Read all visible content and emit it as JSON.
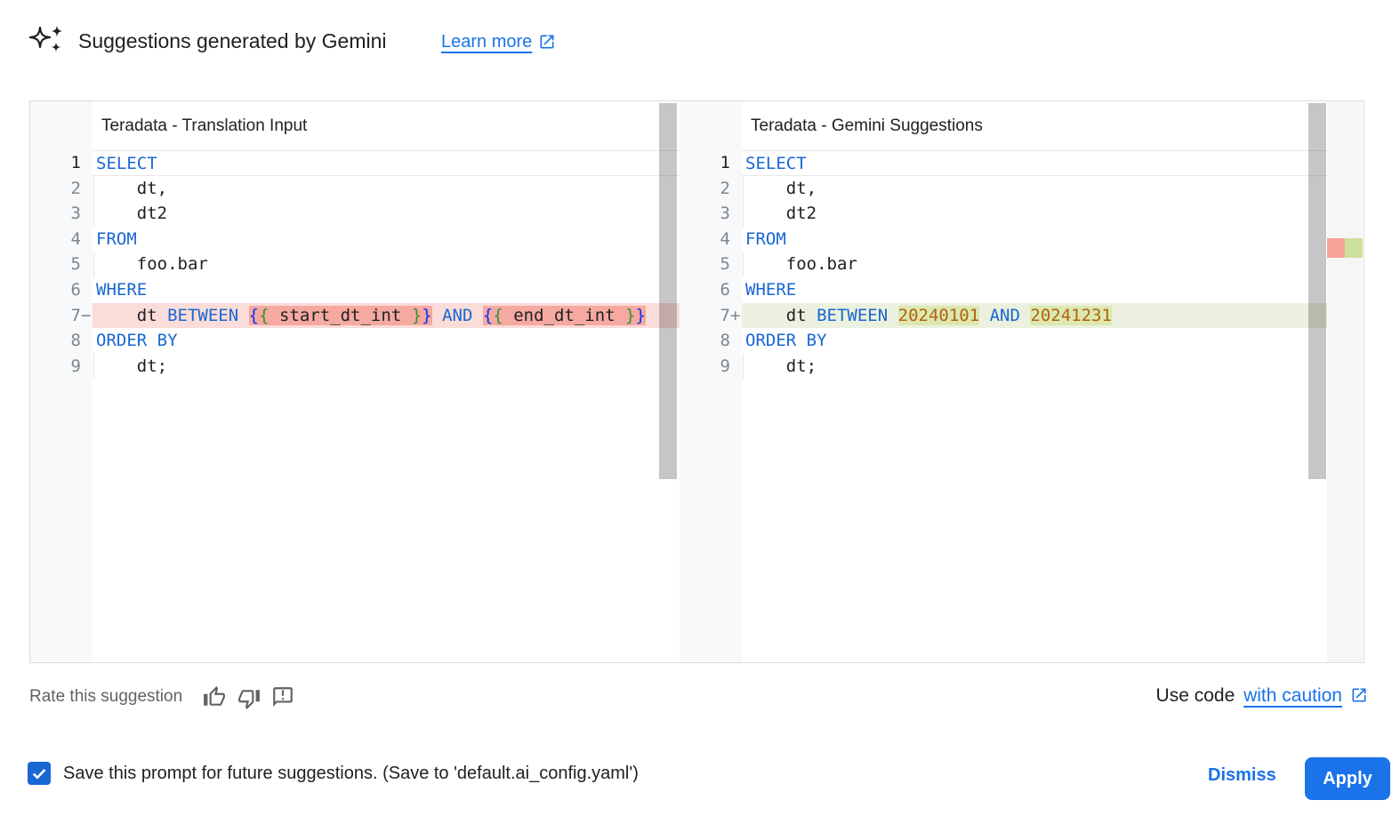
{
  "header": {
    "title": "Suggestions generated by Gemini",
    "learn_more": "Learn more"
  },
  "panels": {
    "left": {
      "title": "Teradata - Translation Input",
      "lines": [
        {
          "n": 1,
          "active": true,
          "tokens": [
            {
              "t": "SELECT",
              "c": "kw"
            }
          ]
        },
        {
          "n": 2,
          "indent": true,
          "tokens": [
            {
              "t": "    dt,",
              "c": "pl"
            }
          ]
        },
        {
          "n": 3,
          "indent": true,
          "tokens": [
            {
              "t": "    dt2",
              "c": "pl"
            }
          ]
        },
        {
          "n": 4,
          "tokens": [
            {
              "t": "FROM",
              "c": "kw"
            }
          ]
        },
        {
          "n": 5,
          "indent": true,
          "tokens": [
            {
              "t": "    foo.bar",
              "c": "pl"
            }
          ]
        },
        {
          "n": 6,
          "tokens": [
            {
              "t": "WHERE",
              "c": "kw"
            }
          ]
        },
        {
          "n": 7,
          "suffix": "−",
          "diff": "del",
          "tokens": [
            {
              "t": "    ",
              "c": "pl"
            },
            {
              "t": "dt",
              "c": "pl"
            },
            {
              "t": " ",
              "c": "pl"
            },
            {
              "t": "BETWEEN",
              "c": "kw"
            },
            {
              "t": " ",
              "c": "pl"
            },
            {
              "t": "{",
              "c": "b1",
              "hl": true
            },
            {
              "t": "{",
              "c": "b2",
              "hl": true
            },
            {
              "t": " start_dt_int ",
              "c": "pl",
              "hl": true
            },
            {
              "t": "}",
              "c": "b2",
              "hl": true
            },
            {
              "t": "}",
              "c": "b1",
              "hl": true
            },
            {
              "t": " ",
              "c": "pl"
            },
            {
              "t": "AND",
              "c": "kw"
            },
            {
              "t": " ",
              "c": "pl"
            },
            {
              "t": "{",
              "c": "b1",
              "hl": true
            },
            {
              "t": "{",
              "c": "b2",
              "hl": true
            },
            {
              "t": " end_dt_int ",
              "c": "pl",
              "hl": true
            },
            {
              "t": "}",
              "c": "b2",
              "hl": true
            },
            {
              "t": "}",
              "c": "b1",
              "hl": true
            }
          ]
        },
        {
          "n": 8,
          "tokens": [
            {
              "t": "ORDER BY",
              "c": "kw"
            }
          ]
        },
        {
          "n": 9,
          "indent": true,
          "tokens": [
            {
              "t": "    dt;",
              "c": "pl"
            }
          ]
        }
      ]
    },
    "right": {
      "title": "Teradata - Gemini Suggestions",
      "lines": [
        {
          "n": 1,
          "active": true,
          "tokens": [
            {
              "t": "SELECT",
              "c": "kw"
            }
          ]
        },
        {
          "n": 2,
          "indent": true,
          "tokens": [
            {
              "t": "    dt,",
              "c": "pl"
            }
          ]
        },
        {
          "n": 3,
          "indent": true,
          "tokens": [
            {
              "t": "    dt2",
              "c": "pl"
            }
          ]
        },
        {
          "n": 4,
          "tokens": [
            {
              "t": "FROM",
              "c": "kw"
            }
          ]
        },
        {
          "n": 5,
          "indent": true,
          "tokens": [
            {
              "t": "    foo.bar",
              "c": "pl"
            }
          ]
        },
        {
          "n": 6,
          "tokens": [
            {
              "t": "WHERE",
              "c": "kw"
            }
          ]
        },
        {
          "n": 7,
          "suffix": "+",
          "diff": "add",
          "tokens": [
            {
              "t": "    ",
              "c": "pl"
            },
            {
              "t": "dt",
              "c": "pl"
            },
            {
              "t": " ",
              "c": "pl"
            },
            {
              "t": "BETWEEN",
              "c": "kw"
            },
            {
              "t": " ",
              "c": "pl"
            },
            {
              "t": "20240101",
              "c": "num",
              "hl": true
            },
            {
              "t": " ",
              "c": "pl"
            },
            {
              "t": "AND",
              "c": "kw"
            },
            {
              "t": " ",
              "c": "pl"
            },
            {
              "t": "20241231",
              "c": "num",
              "hl": true
            }
          ]
        },
        {
          "n": 8,
          "tokens": [
            {
              "t": "ORDER BY",
              "c": "kw"
            }
          ]
        },
        {
          "n": 9,
          "indent": true,
          "tokens": [
            {
              "t": "    dt;",
              "c": "pl"
            }
          ]
        }
      ]
    }
  },
  "rate": {
    "label": "Rate this suggestion"
  },
  "caution": {
    "prefix": "Use code ",
    "link": "with caution"
  },
  "footer": {
    "save_label": "Save this prompt for future suggestions. (Save to 'default.ai_config.yaml')",
    "save_checked": true,
    "dismiss": "Dismiss",
    "apply": "Apply"
  },
  "icons": {
    "header": "gemini-sparkle-icon",
    "links": "open-in-new-icon",
    "rate": [
      "thumbs-up-icon",
      "thumbs-down-icon",
      "feedback-icon"
    ],
    "checkbox": "checkmark-icon"
  },
  "colors": {
    "accent_blue": "#1a73e8",
    "keyword_blue": "#1967d2",
    "number_orange": "#b26210",
    "bracket_outer": "#0431fa",
    "bracket_inner": "#319331",
    "deleted_line_bg": "#fadcd8",
    "deleted_word_bg": "#f5a9a0",
    "added_line_bg": "#ebf1de",
    "added_word_bg": "#dce8b0",
    "gutter_bg": "#f8f9fa",
    "container_border": "#dadce0"
  }
}
